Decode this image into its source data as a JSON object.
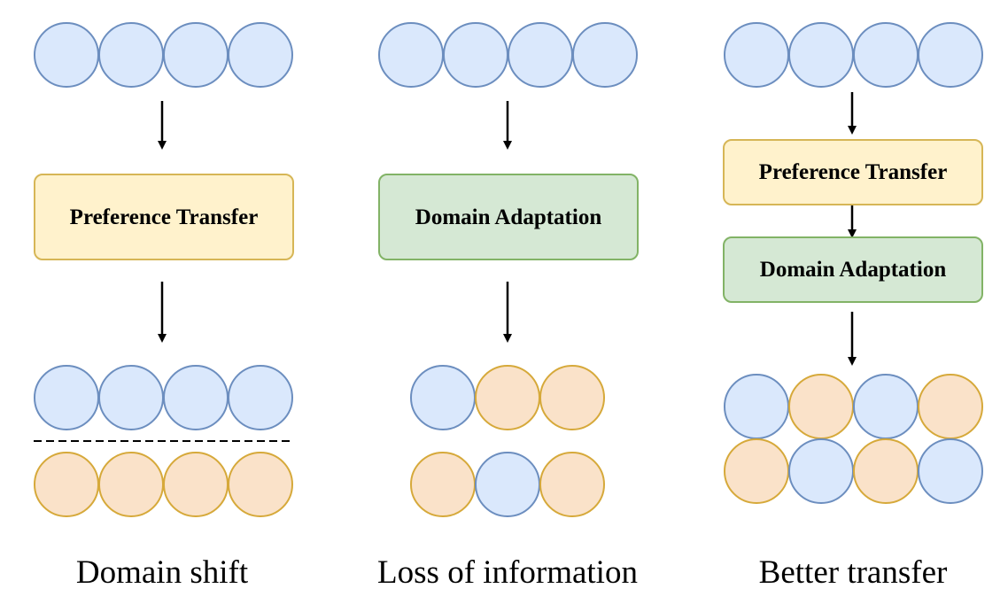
{
  "colors": {
    "blue_fill": "#dae8fc",
    "blue_stroke": "#6c8ebf",
    "orange_fill": "#fae2c9",
    "orange_stroke": "#d6a93a",
    "yellow_box_fill": "#fff2cc",
    "yellow_box_stroke": "#d6b656",
    "green_box_fill": "#d5e8d4",
    "green_box_stroke": "#82b366",
    "arrow": "#000000"
  },
  "panels": [
    {
      "caption": "Domain shift",
      "input_row": [
        "blue",
        "blue",
        "blue",
        "blue"
      ],
      "boxes": [
        {
          "label": "Preference Transfer",
          "style": "yellow"
        }
      ],
      "output_rows": [
        [
          "blue",
          "blue",
          "blue",
          "blue"
        ],
        [
          "orange",
          "orange",
          "orange",
          "orange"
        ]
      ],
      "separator": "dashed"
    },
    {
      "caption": "Loss of information",
      "input_row": [
        "blue",
        "blue",
        "blue",
        "blue"
      ],
      "boxes": [
        {
          "label": "Domain Adaptation",
          "style": "green"
        }
      ],
      "output_rows": [
        [
          "blue",
          "orange",
          "orange"
        ],
        [
          "orange",
          "blue",
          "orange"
        ]
      ],
      "separator": "none"
    },
    {
      "caption": "Better transfer",
      "input_row": [
        "blue",
        "blue",
        "blue",
        "blue"
      ],
      "boxes": [
        {
          "label": "Preference Transfer",
          "style": "yellow"
        },
        {
          "label": "Domain Adaptation",
          "style": "green"
        }
      ],
      "output_rows": [
        [
          "blue",
          "orange",
          "blue",
          "orange"
        ],
        [
          "orange",
          "blue",
          "orange",
          "blue"
        ]
      ],
      "separator": "none"
    }
  ]
}
